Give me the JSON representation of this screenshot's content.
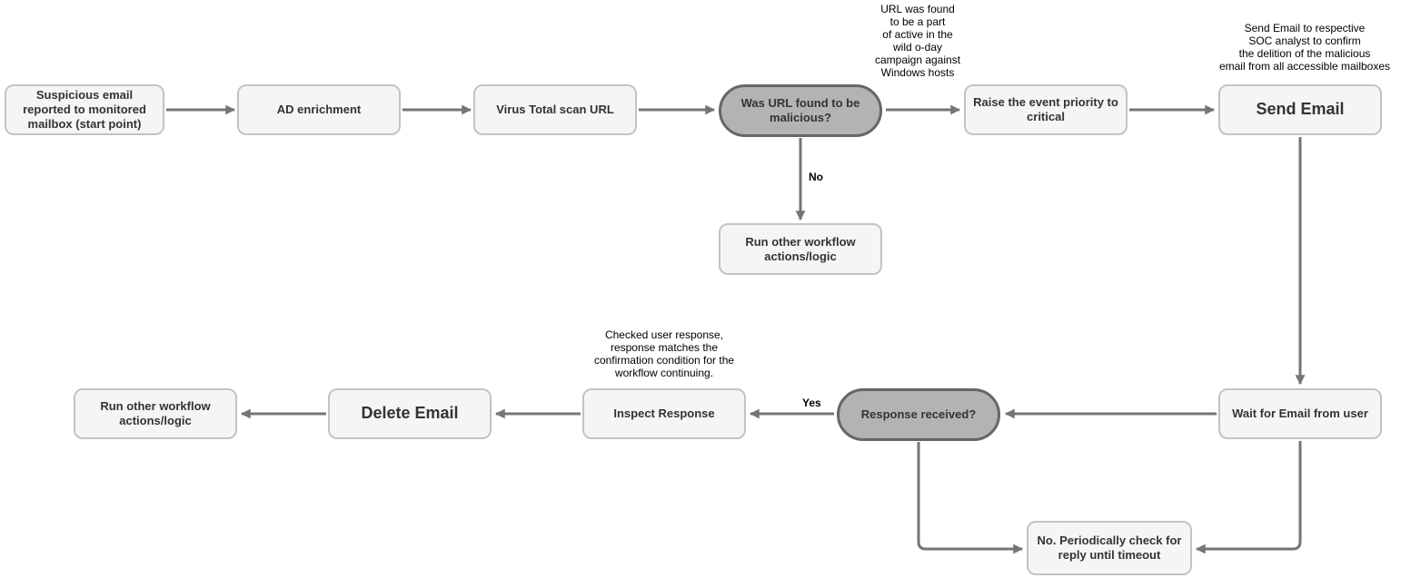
{
  "diagram": {
    "type": "flowchart",
    "background": "#ffffff",
    "colors": {
      "node_fill": "#f5f5f5",
      "node_border": "#c3c3c3",
      "decision_fill": "#b3b3b3",
      "decision_border": "#666666",
      "arrow": "#757575",
      "node_text": "#333333",
      "annotation_text": "#000000"
    },
    "nodes": {
      "start": {
        "label": "Suspicious email reported to monitored mailbox (start point)",
        "type": "process"
      },
      "ad_enrichment": {
        "label": "AD enrichment",
        "type": "process"
      },
      "virus_total_scan": {
        "label": "Virus Total scan URL",
        "type": "process"
      },
      "url_malicious_decision": {
        "label": "Was URL found to be malicious?",
        "type": "decision"
      },
      "raise_priority": {
        "label": "Raise the event priority to critical",
        "type": "process"
      },
      "send_email": {
        "label": "Send Email",
        "type": "process-emphasized"
      },
      "run_other_workflow_top": {
        "label": "Run other workflow actions/logic",
        "type": "process"
      },
      "run_other_workflow_bottom": {
        "label": "Run other workflow actions/logic",
        "type": "process"
      },
      "delete_email": {
        "label": "Delete Email",
        "type": "process-emphasized"
      },
      "inspect_response": {
        "label": "Inspect Response",
        "type": "process"
      },
      "response_received_decision": {
        "label": "Response received?",
        "type": "decision"
      },
      "wait_for_email": {
        "label": "Wait for Email from user",
        "type": "process"
      },
      "periodic_check": {
        "label": "No. Periodically check for reply until timeout",
        "type": "process"
      }
    },
    "edge_labels": {
      "no": "No",
      "yes": "Yes"
    },
    "annotations": {
      "url_campaign_note": {
        "text": "URL was found\nto be a part\nof active in the\nwild o-day\ncampaign against\nWindows hosts"
      },
      "send_email_note": {
        "text": "Send Email to respective\nSOC analyst to confirm\nthe delition of the malicious\nemail from all accessible mailboxes"
      },
      "inspect_response_note": {
        "text": "Checked user response,\nresponse matches the\nconfirmation condition for the\nworkflow continuing."
      }
    }
  }
}
